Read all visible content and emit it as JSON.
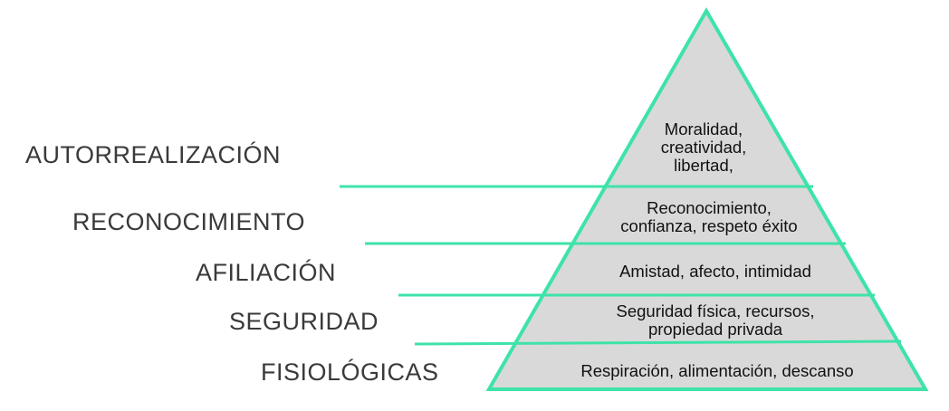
{
  "colors": {
    "stroke": "#3ee3a8",
    "fill": "#d9d9d9",
    "label_text": "#3a3a3a",
    "tier_text": "#111111",
    "background": "#ffffff"
  },
  "levels": [
    {
      "label": "AUTORREALIZACIÓN",
      "text_lines": [
        "Moralidad,",
        "creatividad,",
        "libertad,"
      ]
    },
    {
      "label": "RECONOCIMIENTO",
      "text_lines": [
        "Reconocimiento,",
        "confianza, respeto éxito"
      ]
    },
    {
      "label": "AFILIACIÓN",
      "text_lines": [
        "Amistad, afecto, intimidad"
      ]
    },
    {
      "label": "SEGURIDAD",
      "text_lines": [
        "Seguridad física, recursos,",
        "propiedad privada"
      ]
    },
    {
      "label": "FISIOLÓGICAS",
      "text_lines": [
        "Respiración, alimentación, descanso"
      ]
    }
  ]
}
